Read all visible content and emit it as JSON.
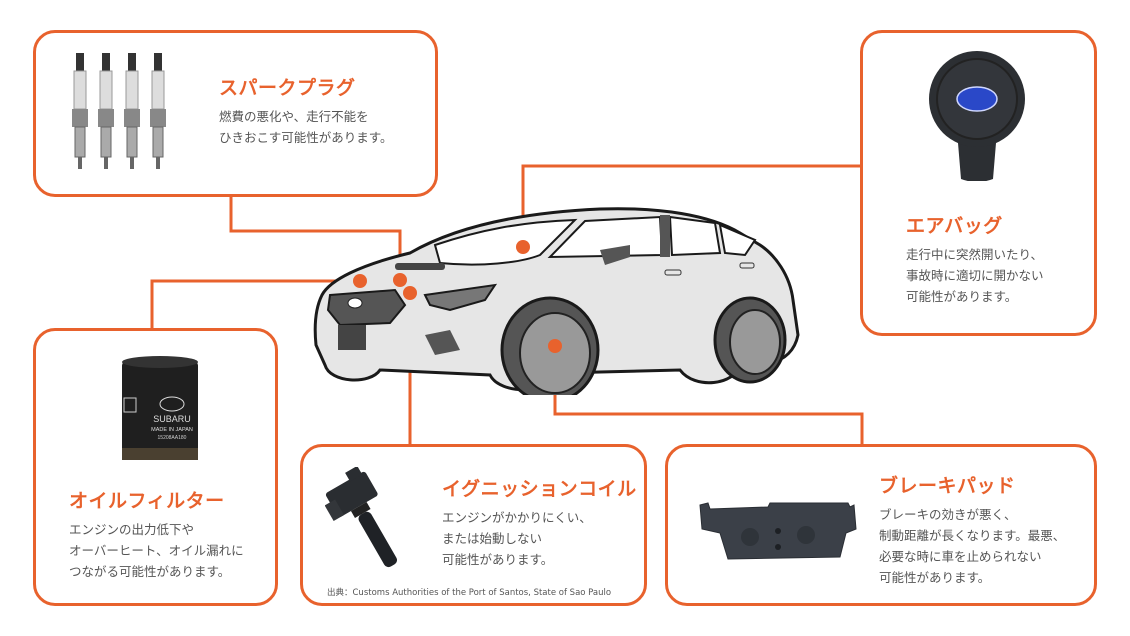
{
  "theme": {
    "accent": "#e8622d",
    "text": "#555555",
    "background": "#ffffff"
  },
  "car": {
    "icon": "car-illustration"
  },
  "parts": {
    "spark_plug": {
      "title": "スパークプラグ",
      "desc": [
        "燃費の悪化や、走行不能を",
        "ひきおこす可能性があります。"
      ],
      "icon": "spark-plug-image"
    },
    "airbag": {
      "title": "エアバッグ",
      "desc": [
        "走行中に突然開いたり、",
        "事故時に適切に開かない",
        "可能性があります。"
      ],
      "icon": "airbag-image"
    },
    "oil_filter": {
      "title": "オイルフィルター",
      "desc": [
        "エンジンの出力低下や",
        "オーバーヒート、オイル漏れに",
        "つながる可能性があります。"
      ],
      "icon": "oil-filter-image",
      "label_brand": "SUBARU",
      "label_origin": "MADE IN JAPAN",
      "label_part": "15208AA180"
    },
    "ignition_coil": {
      "title": "イグニッションコイル",
      "desc": [
        "エンジンがかかりにくい、",
        "または始動しない",
        "可能性があります。"
      ],
      "icon": "ignition-coil-image",
      "source": "出典：Customs Authorities of  the Port of Santos, State of Sao Paulo"
    },
    "brake_pad": {
      "title": "ブレーキパッド",
      "desc": [
        "ブレーキの効きが悪く、",
        "制動距離が長くなります。最悪、",
        "必要な時に車を止められない",
        "可能性があります。"
      ],
      "icon": "brake-pad-image"
    }
  }
}
